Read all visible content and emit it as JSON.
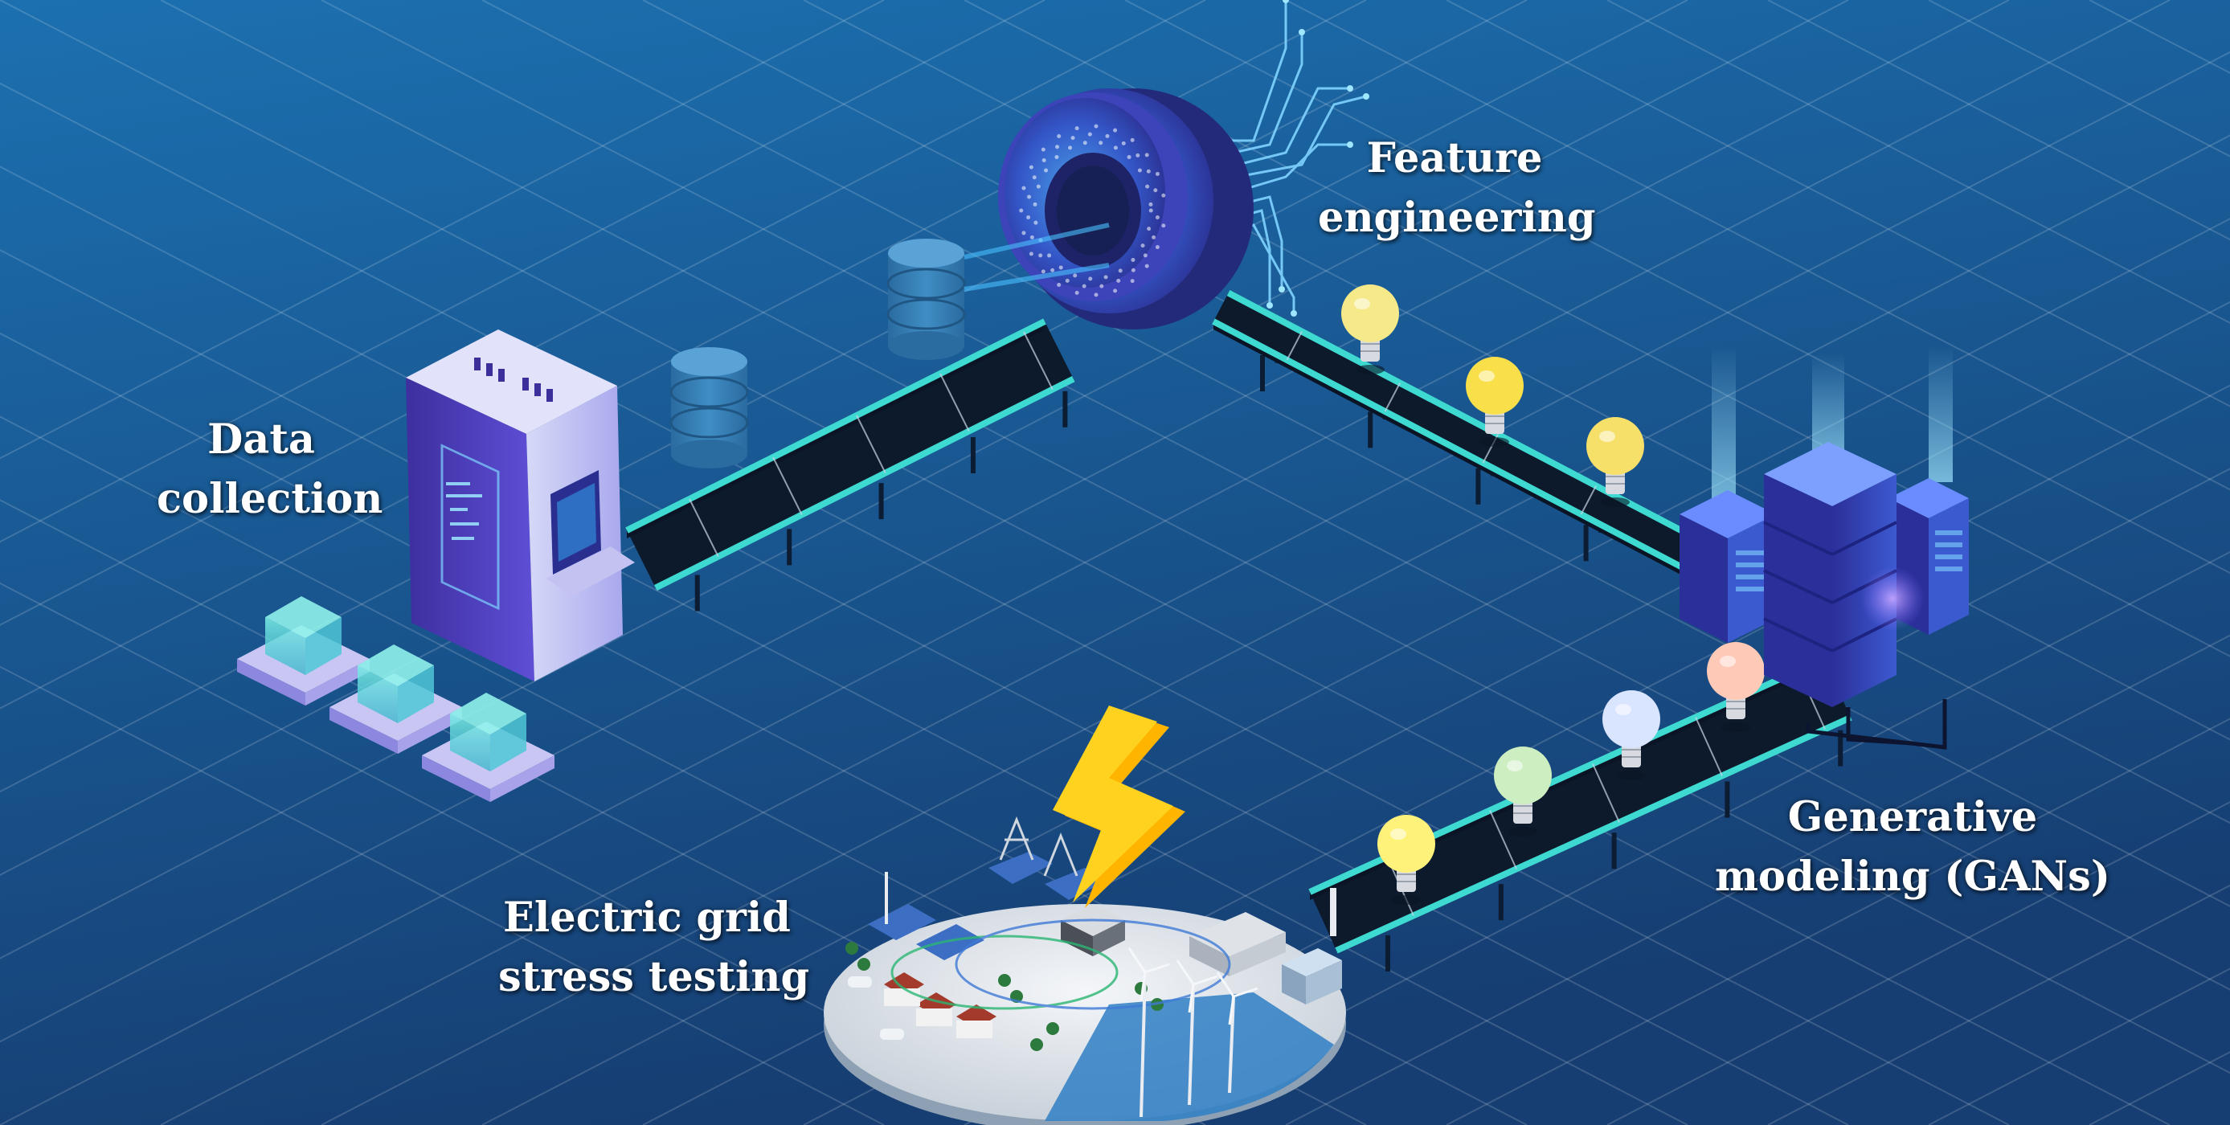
{
  "stages": {
    "data_collection": {
      "line1": "Data",
      "line2": "collection"
    },
    "feature_engineering": {
      "line1": "Feature",
      "line2": "engineering"
    },
    "generative_modeling": {
      "line1": "Generative",
      "line2": "modeling (GANs)"
    },
    "grid_stress_testing": {
      "line1": "Electric grid",
      "line2": "stress testing"
    }
  },
  "icons": {
    "data_collection": "server-cabinet-icon",
    "storage": "database-cylinder-icon",
    "feature_engineering": "torus-processor-icon",
    "generative_modeling": "server-rack-cluster-icon",
    "grid": "power-grid-city-icon",
    "lightning": "lightning-bolt-icon",
    "conveyor": "conveyor-belt-icon",
    "bulb": "light-bulb-icon"
  },
  "colors": {
    "background_top": "#1b6aa8",
    "background_bottom": "#153f73",
    "conveyor_rail": "#3ed9d0",
    "conveyor_belt": "#0d1a2c",
    "cabinet_purple": "#5b4fd0",
    "lightning_yellow": "#ffc21a",
    "server_blue": "#2d3fb8"
  },
  "bulbs": [
    {
      "stage": "feature_output",
      "color": "#f6e98a"
    },
    {
      "stage": "feature_output",
      "color": "#f9e04a"
    },
    {
      "stage": "feature_output",
      "color": "#f6e06a"
    },
    {
      "stage": "gan_output",
      "color": "#ffc9b8"
    },
    {
      "stage": "gan_output",
      "color": "#d9e4ff"
    },
    {
      "stage": "gan_output",
      "color": "#cdeec0"
    },
    {
      "stage": "gan_output",
      "color": "#fff27a"
    }
  ]
}
